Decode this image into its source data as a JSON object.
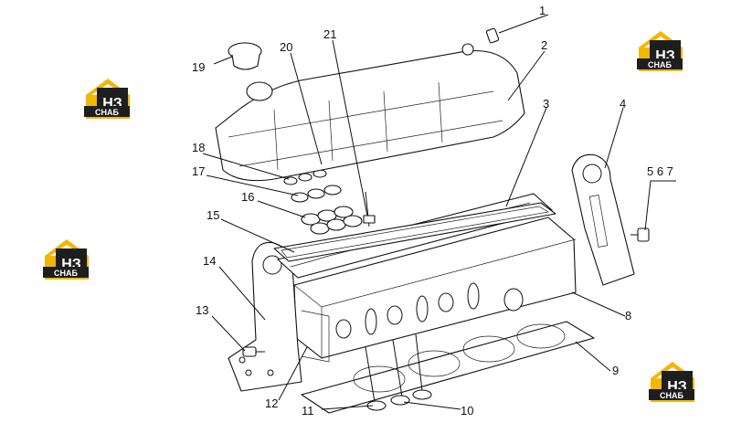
{
  "callouts": [
    {
      "id": "1",
      "label": "1"
    },
    {
      "id": "2",
      "label": "2"
    },
    {
      "id": "3",
      "label": "3"
    },
    {
      "id": "4",
      "label": "4"
    },
    {
      "id": "567",
      "label": "5 6 7"
    },
    {
      "id": "8",
      "label": "8"
    },
    {
      "id": "9",
      "label": "9"
    },
    {
      "id": "10",
      "label": "10"
    },
    {
      "id": "11",
      "label": "11"
    },
    {
      "id": "12",
      "label": "12"
    },
    {
      "id": "13",
      "label": "13"
    },
    {
      "id": "14",
      "label": "14"
    },
    {
      "id": "15",
      "label": "15"
    },
    {
      "id": "16",
      "label": "16"
    },
    {
      "id": "17",
      "label": "17"
    },
    {
      "id": "18",
      "label": "18"
    },
    {
      "id": "19",
      "label": "19"
    },
    {
      "id": "20",
      "label": "20"
    },
    {
      "id": "21",
      "label": "21"
    }
  ],
  "watermark": {
    "line1": "НЗ",
    "line2": "СНАБ",
    "colors": {
      "roof": "#f2b705",
      "box": "#1e1e1e",
      "text": "#ffffff"
    }
  }
}
